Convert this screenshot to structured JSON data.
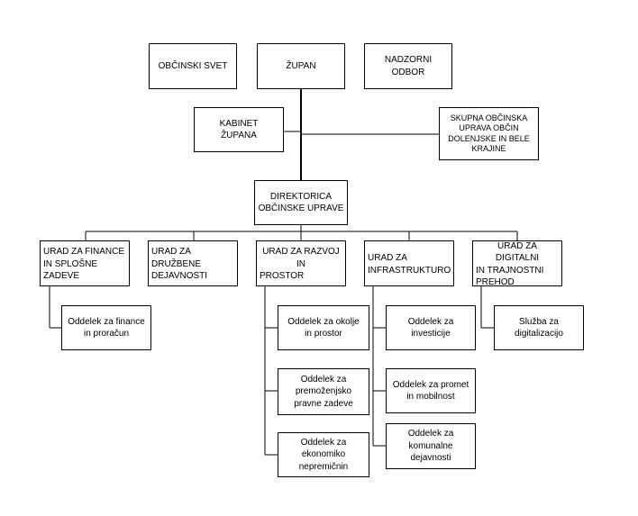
{
  "nodes": {
    "obcinski_svet": "OBČINSKI SVET",
    "zupan": "ŽUPAN",
    "nadzorni_odbor": "NADZORNI ODBOR",
    "kabinet": [
      "KABINET",
      "ŽUPANA"
    ],
    "skupna_uprava": [
      "SKUPNA OBČINSKA",
      "UPRAVA OBČIN",
      "DOLENJSKE IN BELE",
      "KRAJINE"
    ],
    "direktorica": [
      "DIREKTORICA",
      "OBČINSKE UPRAVE"
    ],
    "urad_finance": [
      "URAD ZA FINANCE",
      "IN SPLOŠNE",
      "ZADEVE"
    ],
    "urad_druzbene": [
      "URAD ZA",
      "DRUŽBENE",
      "DEJAVNOSTI"
    ],
    "urad_razvoj": [
      "URAD ZA RAZVOJ IN",
      "PROSTOR"
    ],
    "urad_infrastruktura": [
      "URAD ZA",
      "INFRASTRUKTURO"
    ],
    "urad_digitalni": [
      "URAD ZA DIGITALNI",
      "IN TRAJNOSTNI",
      "PREHOD"
    ],
    "oddelek_finance": [
      "Oddelek za finance",
      "in proračun"
    ],
    "oddelek_okolje": [
      "Oddelek za okolje",
      "in prostor"
    ],
    "oddelek_premozenjsko": [
      "Oddelek za",
      "premoženjsko",
      "pravne zadeve"
    ],
    "oddelek_ekonomiko": [
      "Oddelek za",
      "ekonomiko",
      "nepremičnin"
    ],
    "oddelek_investicije": [
      "Oddelek za",
      "investicije"
    ],
    "oddelek_promet": [
      "Oddelek za promet",
      "in mobilnost"
    ],
    "oddelek_komunalne": [
      "Oddelek za",
      "komunalne",
      "dejavnosti"
    ],
    "sluzba_digitalizacija": [
      "Služba za",
      "digitalizacijo"
    ]
  }
}
